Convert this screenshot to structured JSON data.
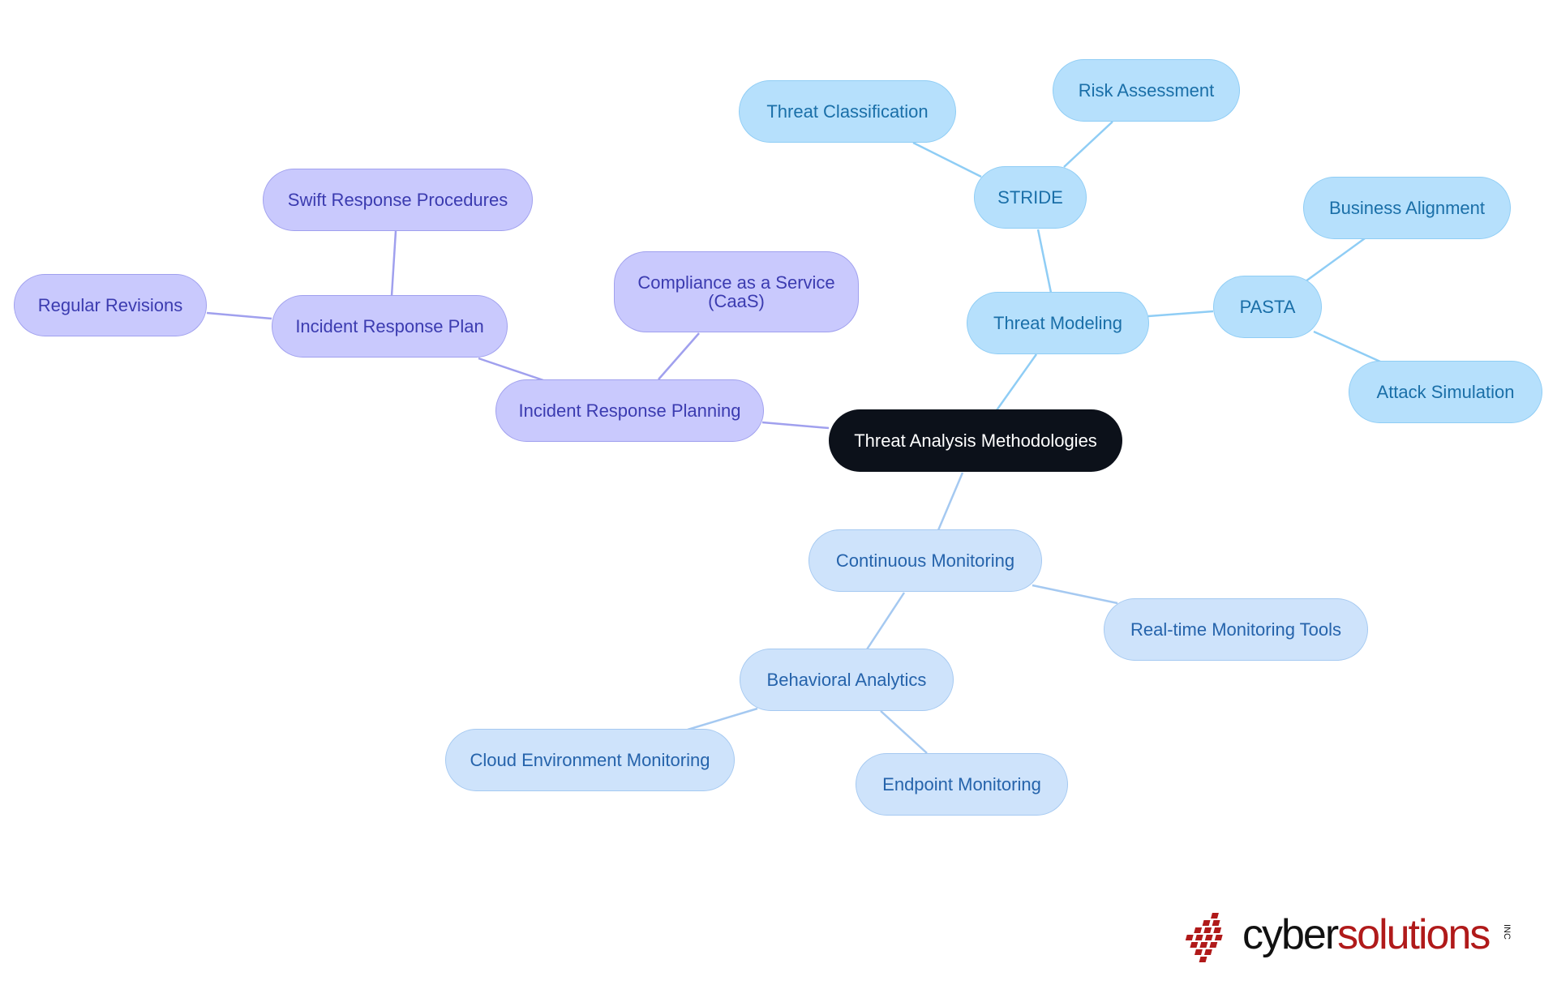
{
  "mindmap": {
    "center": "Threat Analysis Methodologies",
    "incident_response_planning": "Incident Response Planning",
    "incident_response_plan": "Incident Response Plan",
    "swift_response_procedures": "Swift Response Procedures",
    "regular_revisions": "Regular Revisions",
    "compliance_line1": "Compliance as a Service",
    "compliance_line2": "(CaaS)",
    "threat_modeling": "Threat Modeling",
    "stride": "STRIDE",
    "threat_classification": "Threat Classification",
    "risk_assessment": "Risk Assessment",
    "pasta": "PASTA",
    "business_alignment": "Business Alignment",
    "attack_simulation": "Attack Simulation",
    "continuous_monitoring": "Continuous Monitoring",
    "realtime_monitoring_tools": "Real-time Monitoring Tools",
    "behavioral_analytics": "Behavioral Analytics",
    "cloud_environment_monitoring": "Cloud Environment Monitoring",
    "endpoint_monitoring": "Endpoint Monitoring"
  },
  "logo": {
    "text_cyber": "cyber",
    "text_solutions": "solutions",
    "text_inc": "INC"
  },
  "colors": {
    "purple_branch": "#a0a0ee",
    "blue_branch": "#8fcdf5",
    "lightblue_branch": "#a5c9f1",
    "center_fill": "#0c111a",
    "logo_red": "#b01a1a"
  }
}
